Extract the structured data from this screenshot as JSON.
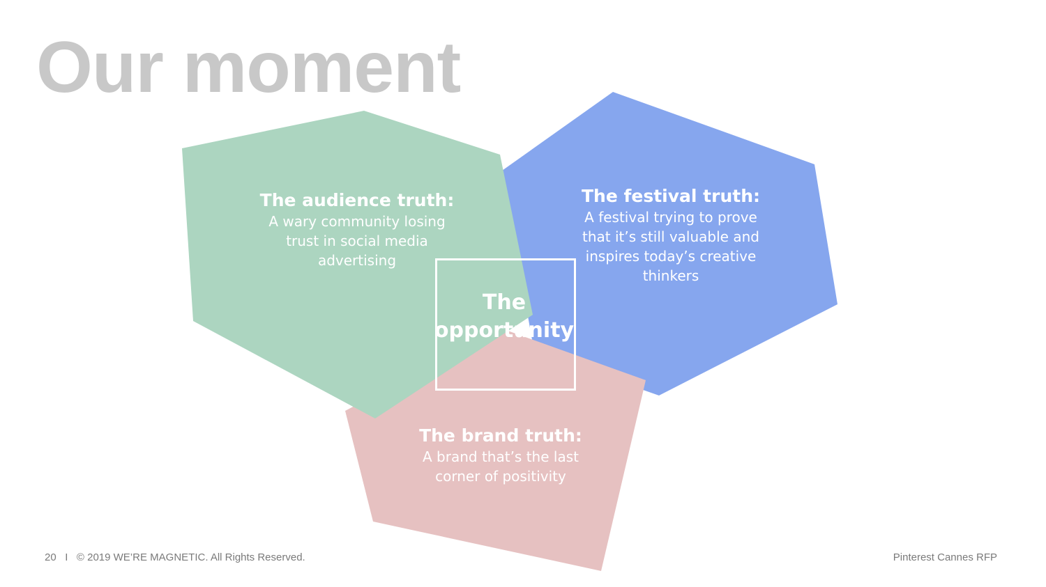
{
  "slide": {
    "title": "Our moment",
    "audience": {
      "heading": "The audience truth:",
      "lines": [
        "A wary community losing",
        "trust in social media",
        "advertising"
      ]
    },
    "festival": {
      "heading": "The festival truth:",
      "lines": [
        "A festival trying to prove",
        "that it’s still valuable and",
        "inspires today’s creative",
        "thinkers"
      ]
    },
    "brand": {
      "heading": "The brand truth:",
      "lines": [
        "A brand that’s the last",
        "corner of positivity"
      ]
    },
    "opportunity": {
      "lines": [
        "The",
        "opportunity"
      ]
    }
  },
  "footer": {
    "page_number": "20",
    "separator": "I",
    "copyright": "© 2019 WE’RE MAGNETIC. All Rights Reserved.",
    "project": "Pinterest Cannes RFP"
  },
  "colors": {
    "background": "#ffffff",
    "title": "#c8c8c8",
    "audience_shape": "#acd5c0",
    "festival_shape": "#86a6ee",
    "brand_shape": "#e6c1c1",
    "text_on_shapes": "#ffffff",
    "footer_text": "#7a7a7a"
  }
}
